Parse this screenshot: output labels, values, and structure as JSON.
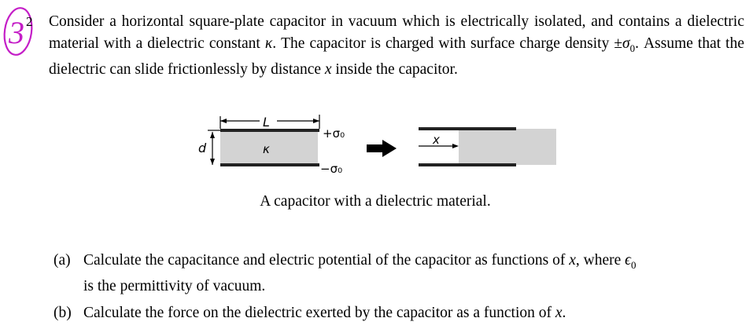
{
  "problem": {
    "number": "3",
    "sub_number": "2",
    "intro": {
      "line1": "Consider a horizontal square-plate capacitor in vacuum which is electrically isolated, and contains",
      "line2_a": "a dielectric material with a dielectric constant ",
      "kappa": "κ",
      "line2_b": ". The capacitor is charged with surface charge",
      "line3_a": "density ±",
      "sigma0": "σ",
      "sigma0_sub": "0",
      "line3_b": ". Assume that the dielectric can slide frictionlessly by distance ",
      "x": "x",
      "line3_c": " inside the capacitor."
    },
    "figure": {
      "label_L": "L",
      "label_d": "d",
      "label_kappa": "κ",
      "label_plus": "+σ₀",
      "label_minus": "−σ₀",
      "label_x": "x",
      "dielectric_color": "#d3d3d3",
      "plate_color": "#222222"
    },
    "caption": "A capacitor with a dielectric material.",
    "parts": [
      {
        "tag": "(a)",
        "text_a": "Calculate the capacitance and electric potential of the capacitor as functions of ",
        "x": "x",
        "text_b": ", where ",
        "eps": "ϵ",
        "eps_sub": "0",
        "text_c": "is the permittivity of vacuum."
      },
      {
        "tag": "(b)",
        "text_a": "Calculate the force on the dielectric exerted by the capacitor as a function of ",
        "x": "x",
        "text_b": "."
      }
    ]
  }
}
